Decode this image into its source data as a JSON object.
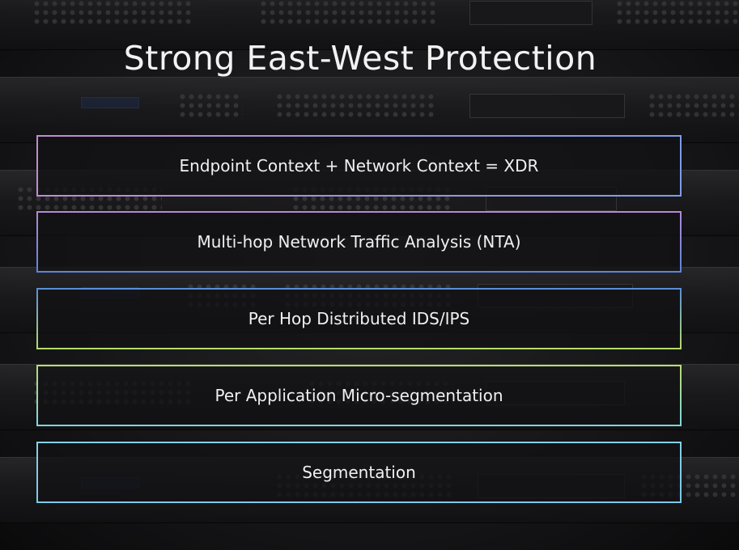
{
  "slide": {
    "title": "Strong East-West Protection"
  },
  "layers": [
    {
      "label": "Endpoint Context + Network Context = XDR"
    },
    {
      "label": "Multi-hop Network Traffic Analysis (NTA)"
    },
    {
      "label": "Per Hop Distributed IDS/IPS"
    },
    {
      "label": "Per Application Micro-segmentation"
    },
    {
      "label": "Segmentation"
    }
  ],
  "colors": {
    "background": "#0c0c0d",
    "text": "#f0f0f0",
    "layer_borders": [
      "#b48ad6",
      "#7d9de8",
      "#b6dc6a",
      "#bcdc6e",
      "#7cc8e8"
    ]
  }
}
